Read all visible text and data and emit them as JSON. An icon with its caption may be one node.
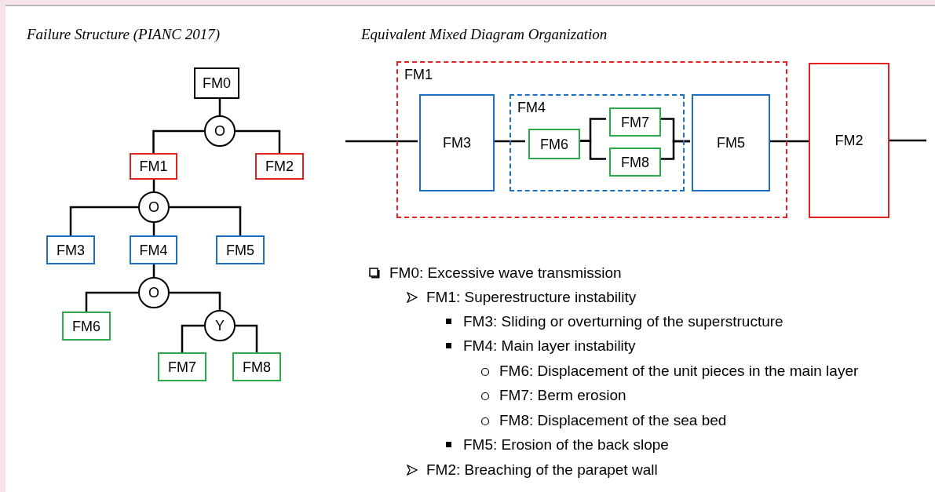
{
  "diagram": {
    "nodes": [
      {
        "text": [
          "FM0"
        ]
      },
      {
        "text": [
          "O"
        ]
      },
      {
        "text": [
          "FM1"
        ]
      },
      {
        "text": [
          "FM2"
        ]
      },
      {
        "text": [
          "O"
        ]
      },
      {
        "text": [
          "FM3"
        ]
      },
      {
        "text": [
          "FM4"
        ]
      },
      {
        "text": [
          "FM5"
        ]
      },
      {
        "text": [
          "O"
        ]
      },
      {
        "text": [
          "FM6"
        ]
      },
      {
        "text": [
          "Y"
        ]
      },
      {
        "text": [
          "FM7"
        ]
      },
      {
        "text": [
          "FM8"
        ]
      },
      {
        "text": [
          "FM1"
        ]
      },
      {
        "text": [
          "FM3"
        ],
        "in": 13
      },
      {
        "text": [
          "FM4"
        ],
        "in": 13
      },
      {
        "text": [
          "FM6"
        ],
        "in": 15
      },
      {
        "text": [
          "FM7"
        ],
        "in": 15
      },
      {
        "text": [
          "FM8"
        ],
        "in": 15
      },
      {
        "text": [
          "FM5"
        ],
        "in": 13
      },
      {
        "text": [
          "FM2"
        ]
      }
    ],
    "edges": [
      {
        "from": 0,
        "to": 1,
        "arrow": "none"
      },
      {
        "from": 1,
        "to": 2,
        "arrow": "none"
      },
      {
        "from": 1,
        "to": 3,
        "arrow": "none"
      },
      {
        "from": 2,
        "to": 4,
        "arrow": "none"
      },
      {
        "from": 4,
        "to": 5,
        "arrow": "none"
      },
      {
        "from": 4,
        "to": 6,
        "arrow": "none"
      },
      {
        "from": 4,
        "to": 7,
        "arrow": "none"
      },
      {
        "from": 6,
        "to": 8,
        "arrow": "none"
      },
      {
        "from": 8,
        "to": 9,
        "arrow": "none"
      },
      {
        "from": 8,
        "to": 10,
        "arrow": "none"
      },
      {
        "from": 10,
        "to": 11,
        "arrow": "none"
      },
      {
        "from": 10,
        "to": 12,
        "arrow": "none"
      },
      {
        "from": null,
        "to": 14,
        "arrow": "none"
      },
      {
        "from": 14,
        "to": 16,
        "arrow": "none"
      },
      {
        "from": 16,
        "to": 17,
        "arrow": "none"
      },
      {
        "from": 16,
        "to": 18,
        "arrow": "none"
      },
      {
        "from": 17,
        "to": 19,
        "arrow": "none"
      },
      {
        "from": 18,
        "to": 19,
        "arrow": "none"
      },
      {
        "from": 19,
        "to": 20,
        "arrow": "none"
      },
      {
        "from": 20,
        "to": null,
        "arrow": "none"
      }
    ],
    "labels": [
      "Failure Structure (PIANC 2017)",
      "Equivalent Mixed Diagram Organization",
      "FM0: Excessive wave transmission",
      "FM1: Superestructure instability",
      "FM3: Sliding or overturning of the superstructure",
      "FM4: Main layer instability",
      "FM6: Displacement of the unit pieces in the main layer",
      "FM7: Berm erosion",
      "FM8: Displacement of the sea bed",
      "FM5: Erosion of the back slope",
      "FM2: Breaching of the parapet wall"
    ]
  }
}
